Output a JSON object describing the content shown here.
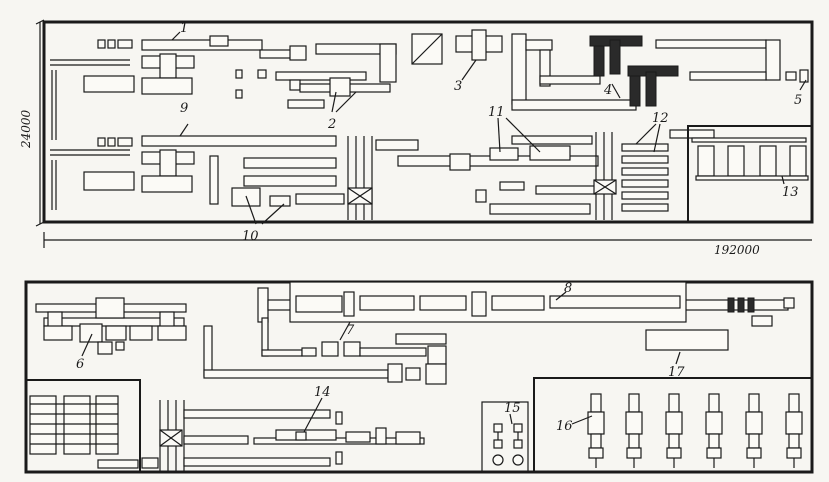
{
  "dimensions": {
    "width_label": "192000",
    "height_label": "24000"
  },
  "callouts": {
    "c1": "1",
    "c2": "2",
    "c3": "3",
    "c4": "4",
    "c5": "5",
    "c6": "6",
    "c7": "7",
    "c8": "8",
    "c9": "9",
    "c10": "10",
    "c11": "11",
    "c12": "12",
    "c13": "13",
    "c14": "14",
    "c15": "15",
    "c16": "16",
    "c17": "17"
  }
}
